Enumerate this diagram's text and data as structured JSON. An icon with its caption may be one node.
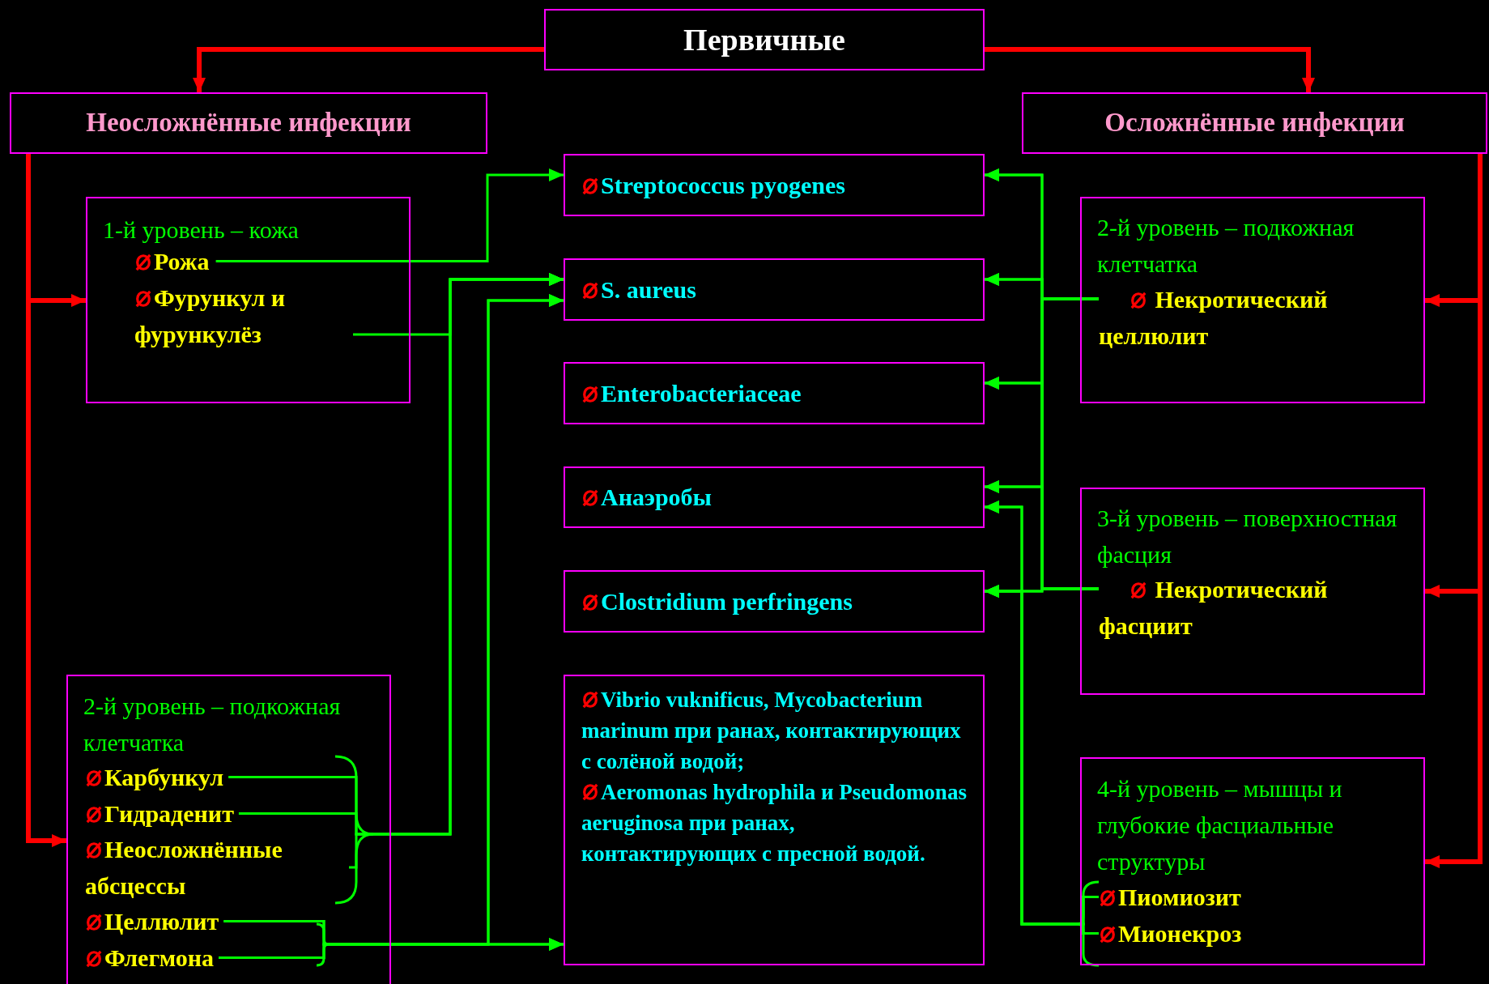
{
  "diagram": {
    "nodes": [
      {
        "text": [
          "Первичные"
        ]
      },
      {
        "text": [
          "Неосложнённые инфекции"
        ]
      },
      {
        "text": [
          "Осложнённые инфекции"
        ]
      },
      {
        "text": [
          "1-й уровень – кожа"
        ]
      },
      {
        "text": [
          "Рожа"
        ],
        "in": 3
      },
      {
        "text": [
          "Фурункул и фурункулёз"
        ],
        "in": 3
      },
      {
        "text": [
          "Streptococcus pyogenes"
        ]
      },
      {
        "text": [
          "S. aureus"
        ]
      },
      {
        "text": [
          "Enterobacteriaceae"
        ]
      },
      {
        "text": [
          "Анаэробы"
        ]
      },
      {
        "text": [
          "Clostridium perfringens"
        ]
      },
      {
        "text": [
          "Vibrio vuknificus, Mycobacterium marinum при ранах, контактирующих с солёной водой;",
          "Aeromonas hydrophila и Pseudomonas aeruginosa при ранах, контактирующих с пресной водой."
        ]
      },
      {
        "text": [
          "2-й уровень – подкожная клетчатка"
        ]
      },
      {
        "text": [
          "Карбункул"
        ],
        "in": 12
      },
      {
        "text": [
          "Гидраденит"
        ],
        "in": 12
      },
      {
        "text": [
          "Неосложнённые абсцессы"
        ],
        "in": 12
      },
      {
        "text": [
          "Целлюлит"
        ],
        "in": 12
      },
      {
        "text": [
          "Флегмона"
        ],
        "in": 12
      },
      {
        "text": [
          "2-й уровень – подкожная клетчатка"
        ]
      },
      {
        "text": [
          "Некротический целлюлит"
        ],
        "in": 18
      },
      {
        "text": [
          "3-й уровень – поверхностная фасция"
        ]
      },
      {
        "text": [
          "Некротический фасциит"
        ],
        "in": 20
      },
      {
        "text": [
          "4-й уровень – мышцы и глубокие фасциальные структуры"
        ]
      },
      {
        "text": [
          "Пиомиозит"
        ],
        "in": 22
      },
      {
        "text": [
          "Мионекроз"
        ],
        "in": 22
      }
    ],
    "edges": [
      {
        "from": 0,
        "to": 1,
        "arrow": "to",
        "style": "thick",
        "color": "#ff0000"
      },
      {
        "from": 0,
        "to": 2,
        "arrow": "to",
        "style": "thick",
        "color": "#ff0000"
      },
      {
        "from": 1,
        "to": 3,
        "arrow": "to",
        "style": "thick",
        "color": "#ff0000"
      },
      {
        "from": 1,
        "to": 12,
        "arrow": "to",
        "style": "thick",
        "color": "#ff0000"
      },
      {
        "from": 2,
        "to": 18,
        "arrow": "to",
        "style": "thick",
        "color": "#ff0000"
      },
      {
        "from": 2,
        "to": 20,
        "arrow": "to",
        "style": "thick",
        "color": "#ff0000"
      },
      {
        "from": 2,
        "to": 22,
        "arrow": "to",
        "style": "thick",
        "color": "#ff0000"
      },
      {
        "from": 4,
        "to": 6,
        "arrow": "to"
      },
      {
        "from": 5,
        "to": 7,
        "arrow": "to"
      },
      {
        "from": 13,
        "to": 7,
        "arrow": "to"
      },
      {
        "from": 14,
        "to": 7,
        "arrow": "to"
      },
      {
        "from": 15,
        "to": 7,
        "arrow": "to"
      },
      {
        "from": 16,
        "to": 11,
        "arrow": "to"
      },
      {
        "from": 17,
        "to": 11,
        "arrow": "to"
      },
      {
        "from": 16,
        "to": 7,
        "arrow": "to"
      },
      {
        "from": 17,
        "to": 7,
        "arrow": "to"
      },
      {
        "from": 19,
        "to": 6,
        "arrow": "to"
      },
      {
        "from": 19,
        "to": 7,
        "arrow": "to"
      },
      {
        "from": 19,
        "to": 8,
        "arrow": "to"
      },
      {
        "from": 19,
        "to": 9,
        "arrow": "to"
      },
      {
        "from": 19,
        "to": 10,
        "arrow": "to"
      },
      {
        "from": 21,
        "to": 6,
        "arrow": "to"
      },
      {
        "from": 21,
        "to": 7,
        "arrow": "to"
      },
      {
        "from": 21,
        "to": 8,
        "arrow": "to"
      },
      {
        "from": 21,
        "to": 9,
        "arrow": "to"
      },
      {
        "from": 21,
        "to": 10,
        "arrow": "to"
      },
      {
        "from": 23,
        "to": 9,
        "arrow": "to"
      },
      {
        "from": 24,
        "to": 9,
        "arrow": "to"
      },
      {
        "from": 23,
        "to": 10,
        "arrow": "to"
      },
      {
        "from": 24,
        "to": 10,
        "arrow": "to"
      }
    ]
  }
}
